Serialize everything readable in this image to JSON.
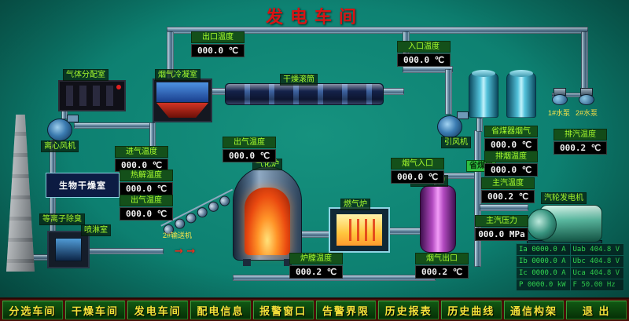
{
  "title": "发电车间",
  "colors": {
    "background": "#0d8071",
    "title": "#d81414",
    "label_text": "#a9ff2e",
    "display_bg": "#000000",
    "display_text": "#f2f2f2",
    "nav_strip_bg": "#4a0f08",
    "nav_button_bg": "#0a4509",
    "nav_text": "#f5e33a",
    "flame": "#ea4a10"
  },
  "icons": {
    "flow_arrow": "→ →"
  },
  "sensors": {
    "outlet_top": {
      "label": "出口温度",
      "value": "000.0 ℃"
    },
    "inlet_top": {
      "label": "入口温度",
      "value": "000.0 ℃"
    },
    "intake": {
      "label": "进气温度",
      "value": "000.0 ℃"
    },
    "pyrolysis": {
      "label": "热解温度",
      "value": "000.0 ℃"
    },
    "outgas_left": {
      "label": "出气温度",
      "value": "000.0 ℃"
    },
    "outgas_mid": {
      "label": "出气温度",
      "value": "000.0 ℃"
    },
    "flue_inlet": {
      "label": "烟气入口",
      "value": "000.0 ℃"
    },
    "eco_in": {
      "label": "省煤器烟气",
      "value": "000.0 ℃"
    },
    "eco_out": {
      "label": "排烟温度",
      "value": "000.0 ℃"
    },
    "steam_temp": {
      "label": "主汽温度",
      "value": "000.2 ℃"
    },
    "steam_press": {
      "label": "主汽压力",
      "value": "000.0 MPa"
    },
    "exhaust": {
      "label": "排汽温度",
      "value": "000.2 ℃"
    },
    "furnace": {
      "label": "炉膛温度",
      "value": "000.2 ℃"
    },
    "flue_out": {
      "label": "烟气出口",
      "value": "000.2 ℃"
    }
  },
  "equipment": {
    "gas_distribution": "气体分配室",
    "condenser": "烟气冷凝室",
    "drying_drum": "干燥滚筒",
    "centrifugal_fan": "离心风机",
    "induced_fan": "引风机",
    "bio_drying_room": "生物干燥室",
    "plasma_deodor": "等离子除臭",
    "spray_room": "喷淋室",
    "gasifier": "气化炉",
    "conveyor": "2#输送机",
    "gas_furnace": "燃气炉",
    "steam_boiler": "蒸汽锅炉",
    "economizer": "省煤器",
    "turbine_generator": "汽轮发电机",
    "pump1": "1#水泵",
    "pump2": "2#水泵"
  },
  "generator_table": {
    "rows": [
      [
        "Ia 0000.0 A",
        "Uab 404.8 V"
      ],
      [
        "Ib 0000.0 A",
        "Ubc 404.8 V"
      ],
      [
        "Ic 0000.0 A",
        "Uca 404.8 V"
      ],
      [
        "P 0000.0 kW",
        "F 50.00 Hz"
      ]
    ]
  },
  "nav": {
    "items": [
      "分选车间",
      "干燥车间",
      "发电车间",
      "配电信息",
      "报警窗口",
      "告警界限",
      "历史报表",
      "历史曲线",
      "通信构架",
      "退 出"
    ]
  }
}
